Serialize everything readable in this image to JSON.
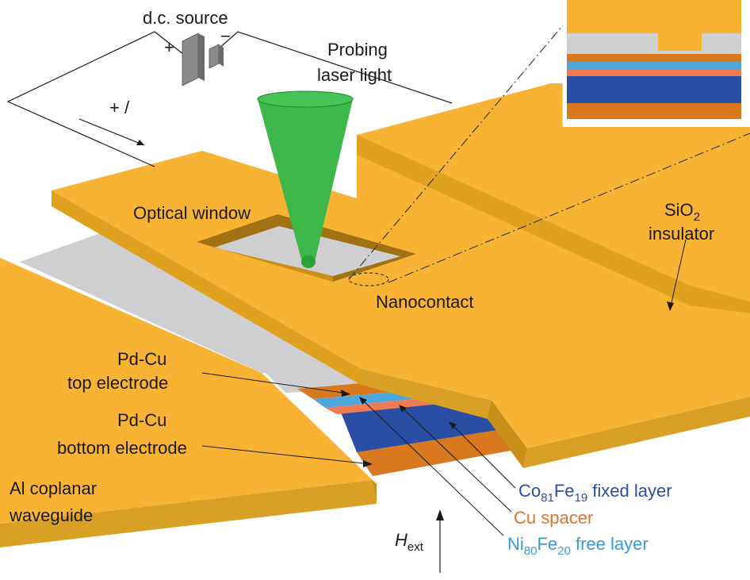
{
  "labels": {
    "dc_source": "d.c. source",
    "plus": "+",
    "minus": "−",
    "current": "+ /",
    "probing_line1": "Probing",
    "probing_line2": "laser light",
    "optical_window": "Optical window",
    "sio2_main": "SiO",
    "sio2_sub": "2",
    "insulator": "insulator",
    "nanocontact": "Nanocontact",
    "pdcu_top_1": "Pd-Cu",
    "pdcu_top_2": "top electrode",
    "pdcu_bottom_1": "Pd-Cu",
    "pdcu_bottom_2": "bottom electrode",
    "waveguide_1": "Al coplanar",
    "waveguide_2": "waveguide",
    "hext_main": "H",
    "hext_sub": "ext",
    "fixed_co": "Co",
    "fixed_co_sub": "81",
    "fixed_fe": "Fe",
    "fixed_fe_sub": "19",
    "fixed_rest": " fixed layer",
    "cu_spacer": "Cu spacer",
    "free_ni": "Ni",
    "free_ni_sub": "80",
    "free_fe": "Fe",
    "free_fe_sub": "20",
    "free_rest": " free layer"
  },
  "colors": {
    "gold": "#f8b334",
    "gold_side": "#e0a020",
    "gold_dark": "#c89018",
    "gray": "#cfcfd1",
    "gray_dark": "#8a8a8c",
    "orange": "#d8791f",
    "light_blue": "#4ea7dd",
    "salmon": "#f07b52",
    "dark_blue": "#2b4ea5",
    "green": "#3db64a",
    "green_dark": "#1f8a32",
    "fixed_text": "#2b4ea5",
    "cu_text": "#e0742c",
    "free_text": "#3a9ad6"
  }
}
